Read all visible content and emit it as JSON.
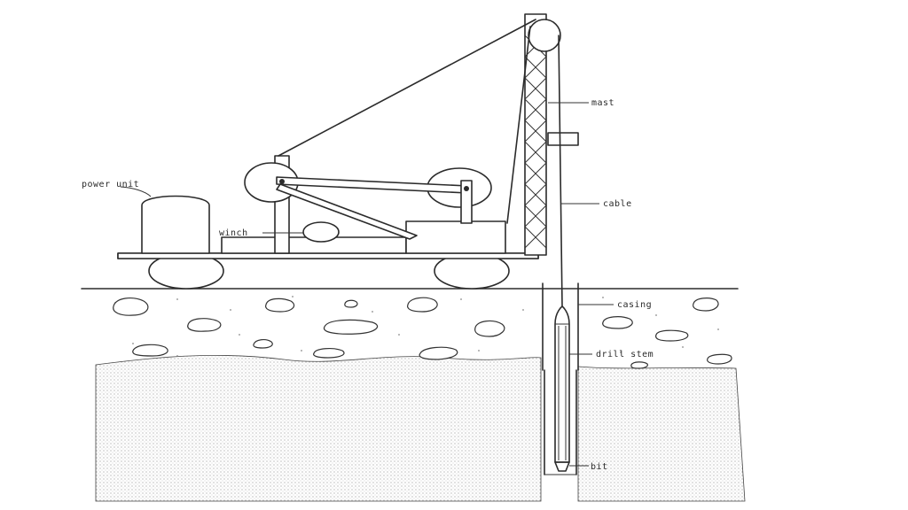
{
  "labels": {
    "mast": "mast",
    "cable": "cable",
    "power_unit": "power unit",
    "winch": "winch",
    "casing": "casing",
    "drill_stem": "drill stem",
    "bit": "bit"
  },
  "colors": {
    "ink": "#2b2b2b",
    "ground_stipple": "#b5b5b5",
    "background": "#ffffff"
  }
}
